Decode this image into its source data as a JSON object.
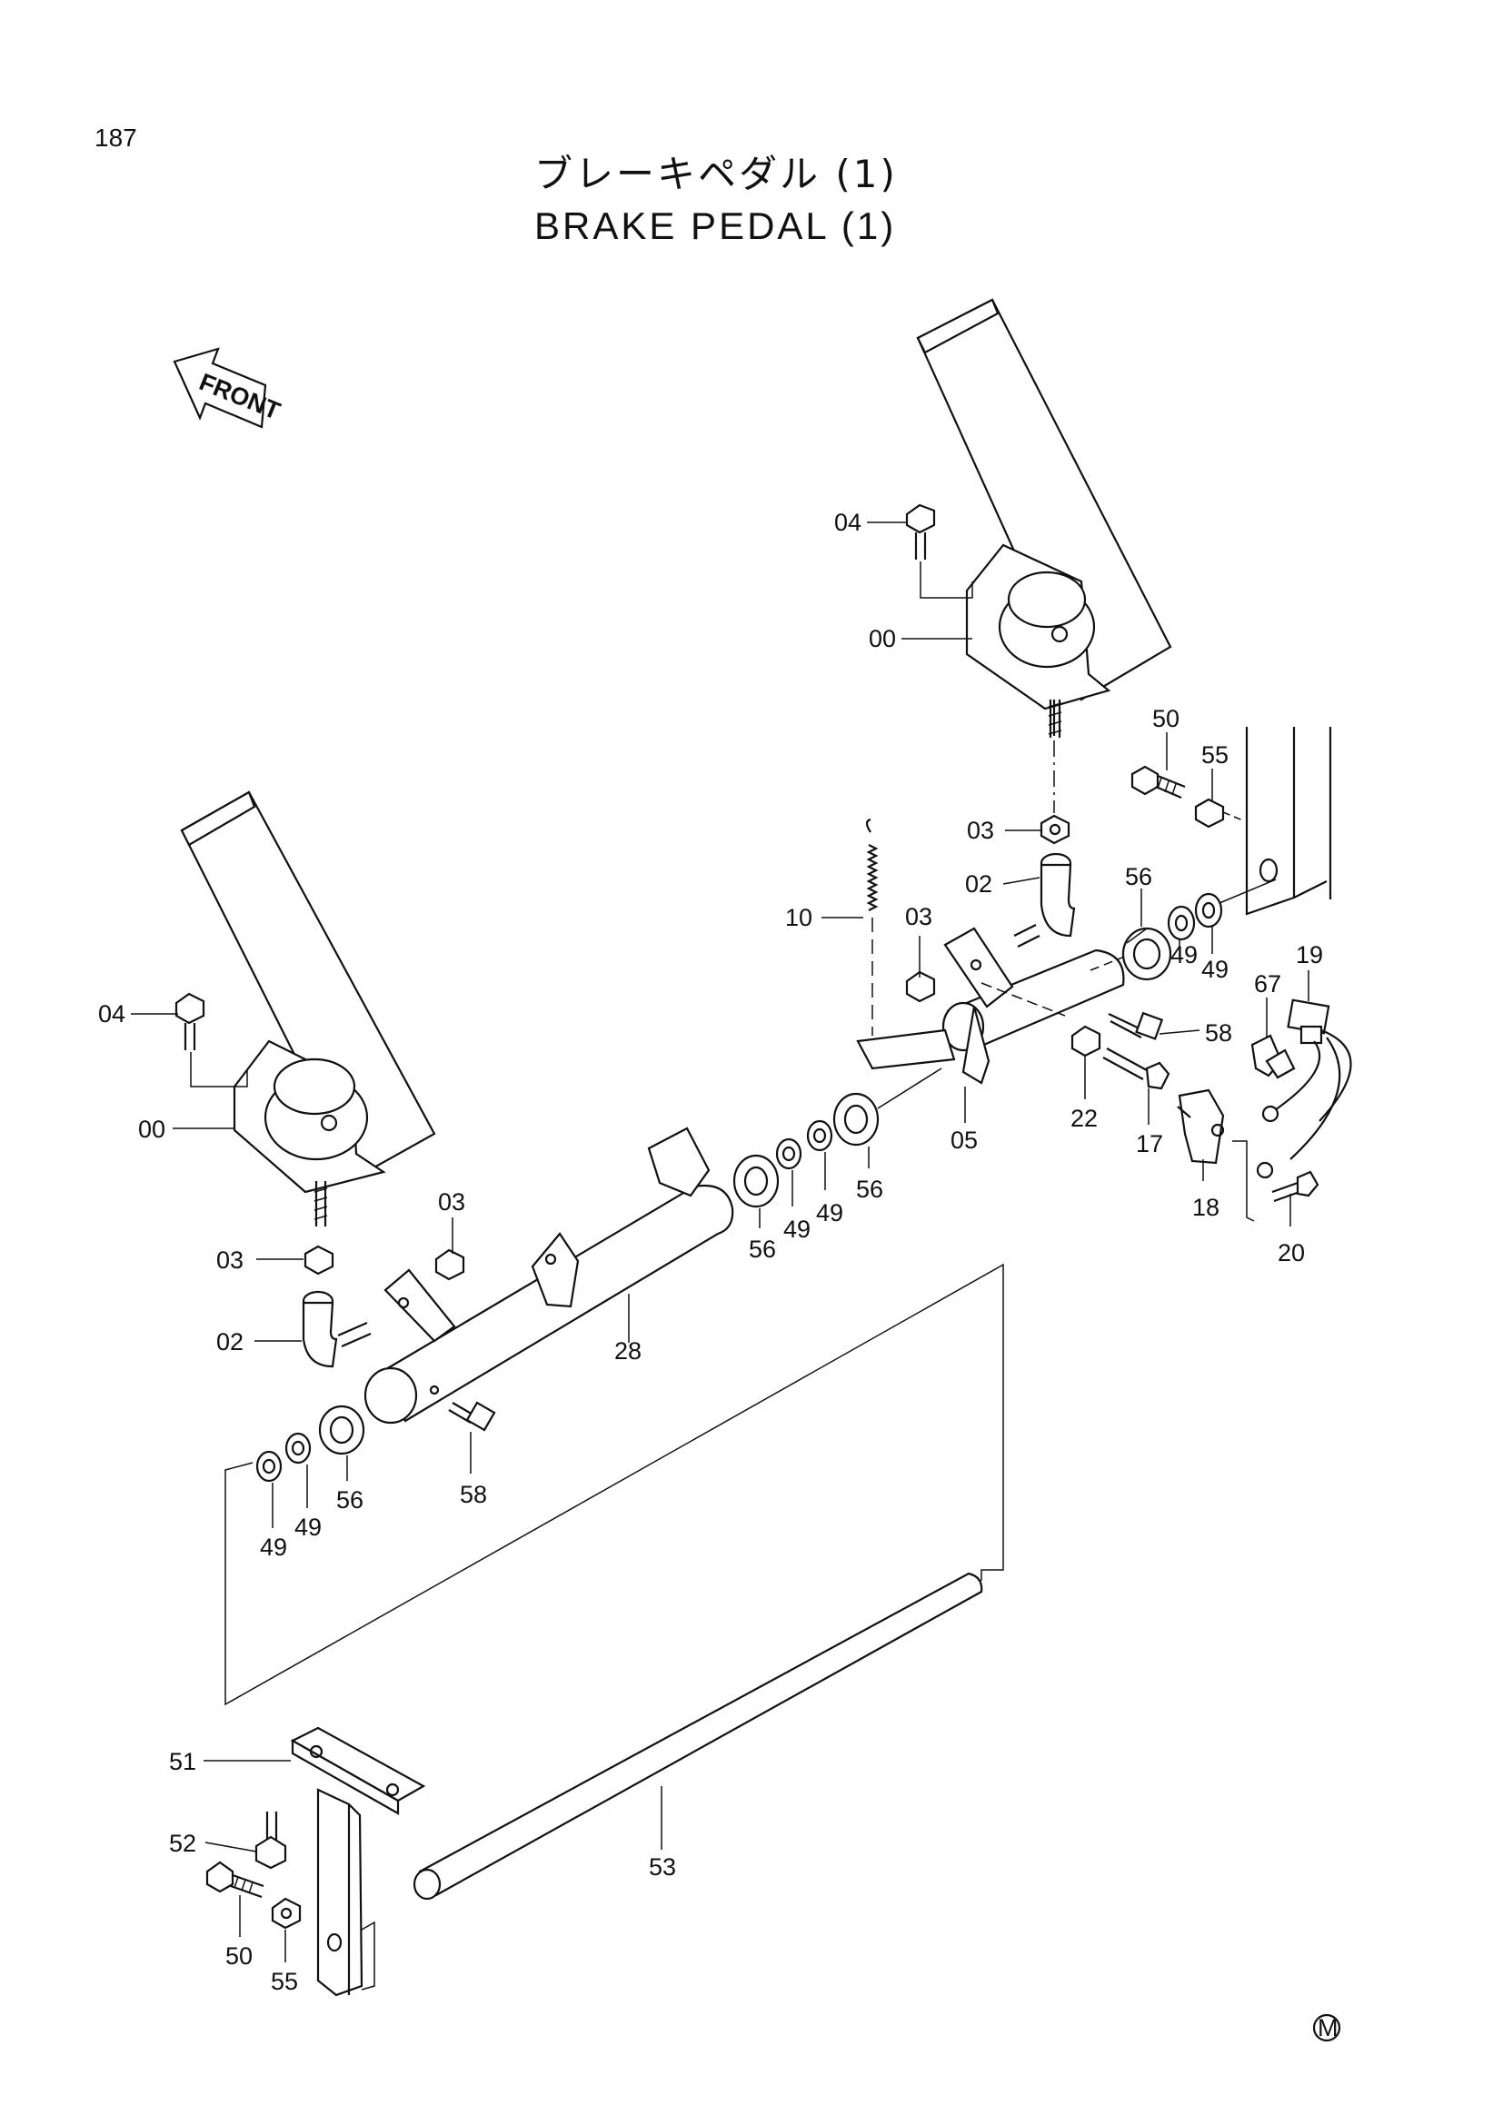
{
  "page_number": "187",
  "title_ja": "ブレーキペダル (1)",
  "title_en": "BRAKE PEDAL (1)",
  "front_label": "FRONT",
  "mark": "M",
  "callouts": {
    "c04_right": "04",
    "c00_right": "00",
    "c50_top": "50",
    "c55_top": "55",
    "c03_right_upper": "03",
    "c02_right": "02",
    "c56_right_upper": "56",
    "c10": "10",
    "c03_right_mid": "03",
    "c49_r1": "49",
    "c49_r2": "49",
    "c19": "19",
    "c67": "67",
    "c58_right": "58",
    "c04_left": "04",
    "c00_left": "00",
    "c05": "05",
    "c22": "22",
    "c17": "17",
    "c18": "18",
    "c20": "20",
    "c03_left_upper": "03",
    "c03_left": "03",
    "c02_left": "02",
    "c28": "28",
    "c56_mid_a": "56",
    "c49_mid_a": "49",
    "c49_mid_b": "49",
    "c56_mid_b": "56",
    "c56_left": "56",
    "c49_left_a": "49",
    "c49_left_b": "49",
    "c58_left": "58",
    "c51": "51",
    "c52": "52",
    "c53": "53",
    "c50_bottom": "50",
    "c55_bottom": "55"
  }
}
